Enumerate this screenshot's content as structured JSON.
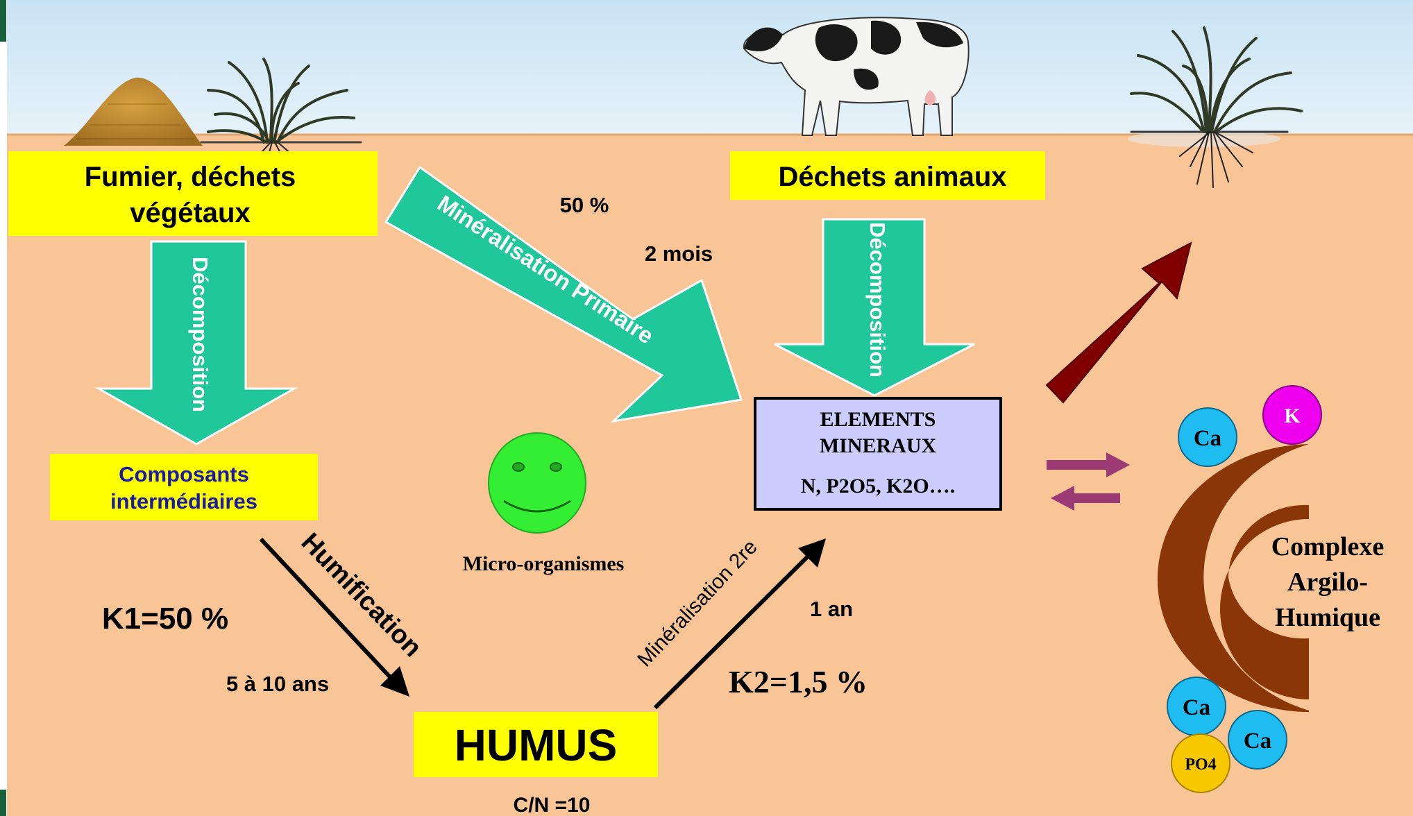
{
  "colors": {
    "sky": "#cfe7f6",
    "soil": "#f9c596",
    "label_bg": "#ffff00",
    "arrow_fill": "#1fc79a",
    "arrow_stroke": "#ffffff",
    "mineral_box": "#ccccff",
    "dark_red_arrow": "#800000",
    "exchange_arrow": "#9b3a74",
    "complex": "#8b3608",
    "ca_ion": "#1fbcf2",
    "k_ion": "#ee00ee",
    "po4_ion": "#f8c800",
    "smiley": "#33ee33",
    "blue_text": "#1a1aaa",
    "slide_frame": "#16603a"
  },
  "icons": {
    "manure_pile": "manure-pile-icon",
    "plant_left": "grass-plant-icon",
    "cow": "cow-icon",
    "plant_right": "grass-plant-icon",
    "smiley": "smiley-face-icon"
  },
  "labels": {
    "fumier_line1": "Fumier, déchets",
    "fumier_line2": "végétaux",
    "dechets_animaux": "Déchets animaux",
    "composants_line1": "Composants",
    "composants_line2": "intermédiaires",
    "humus": "HUMUS",
    "cn_ratio": "C/N =10",
    "elements_line1": "ELEMENTS",
    "elements_line2": "MINERAUX",
    "elements_line3": "N, P2O5, K2O….",
    "micro_organismes": "Micro-organismes",
    "complexe_line1": "Complexe",
    "complexe_line2": "Argilo-",
    "complexe_line3": "Humique"
  },
  "arrows": {
    "decomposition_left": "Décomposition",
    "decomposition_right": "Décomposition",
    "mineralisation_primaire": "Minéralisation Primaire",
    "humification": "Humification",
    "mineralisation_2re": "Minéralisation 2re"
  },
  "rates": {
    "primary_pct": "50 %",
    "primary_time": "2 mois",
    "k1": "K1=50 %",
    "humification_time": "5 à 10 ans",
    "secondary_time": "1 an",
    "k2": "K2=1,5 %"
  },
  "ions": {
    "ca_top": "Ca",
    "k": "K",
    "ca_bottom_1": "Ca",
    "ca_bottom_2": "Ca",
    "po4": "PO4"
  }
}
